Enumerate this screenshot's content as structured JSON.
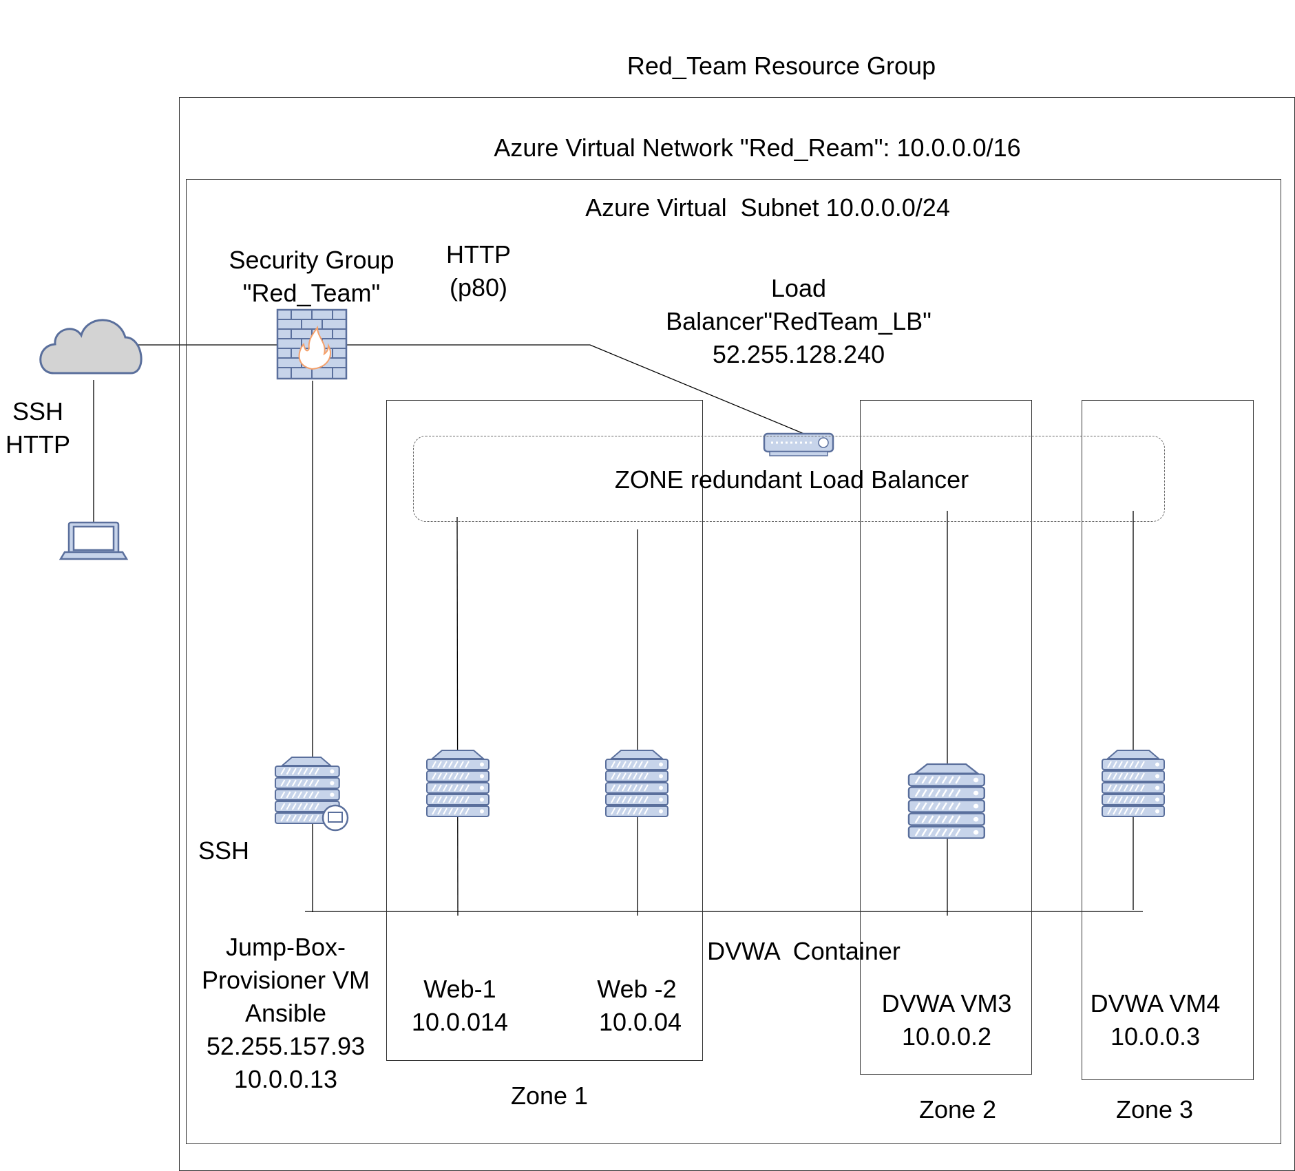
{
  "resource_group": {
    "title": "Red_Team Resource Group"
  },
  "vnet": {
    "title": "Azure Virtual Network \"Red_Ream\": 10.0.0.0/16"
  },
  "subnet": {
    "title": "Azure Virtual  Subnet 10.0.0.0/24"
  },
  "security_group": {
    "label": "Security Group\n\"Red_Team\"",
    "icon": "firewall-icon"
  },
  "http_label": "HTTP\n(p80)",
  "load_balancer": {
    "label": "Load\nBalancer\"RedTeam_LB\"\n52.255.128.240",
    "icon": "load-balancer-icon"
  },
  "zone_lb": {
    "label": "ZONE redundant Load Balancer"
  },
  "internet": {
    "icon": "cloud-icon",
    "protocols": "SSH\nHTTP"
  },
  "client": {
    "icon": "laptop-icon"
  },
  "ssh_label": "SSH",
  "jumpbox": {
    "label": "Jump-Box-\nProvisioner VM\nAnsible\n52.255.157.93\n10.0.0.13",
    "icon": "server-vm-icon"
  },
  "container_label": "DVWA  Container",
  "web1": {
    "label": "Web-1\n10.0.014",
    "icon": "server-icon"
  },
  "web2": {
    "label": "Web -2\n 10.0.04",
    "icon": "server-icon"
  },
  "vm3": {
    "label": "DVWA VM3\n10.0.0.2",
    "icon": "server-icon"
  },
  "vm4": {
    "label": "DVWA VM4\n10.0.0.3",
    "icon": "server-icon"
  },
  "zones": {
    "zone1": "Zone 1",
    "zone2": "Zone 2",
    "zone3": "Zone 3"
  },
  "colors": {
    "icon_fill": "#c7d4ea",
    "icon_stroke": "#5a6f9c",
    "cloud_fill": "#d3d3d3",
    "fire": "#f5a06a"
  }
}
